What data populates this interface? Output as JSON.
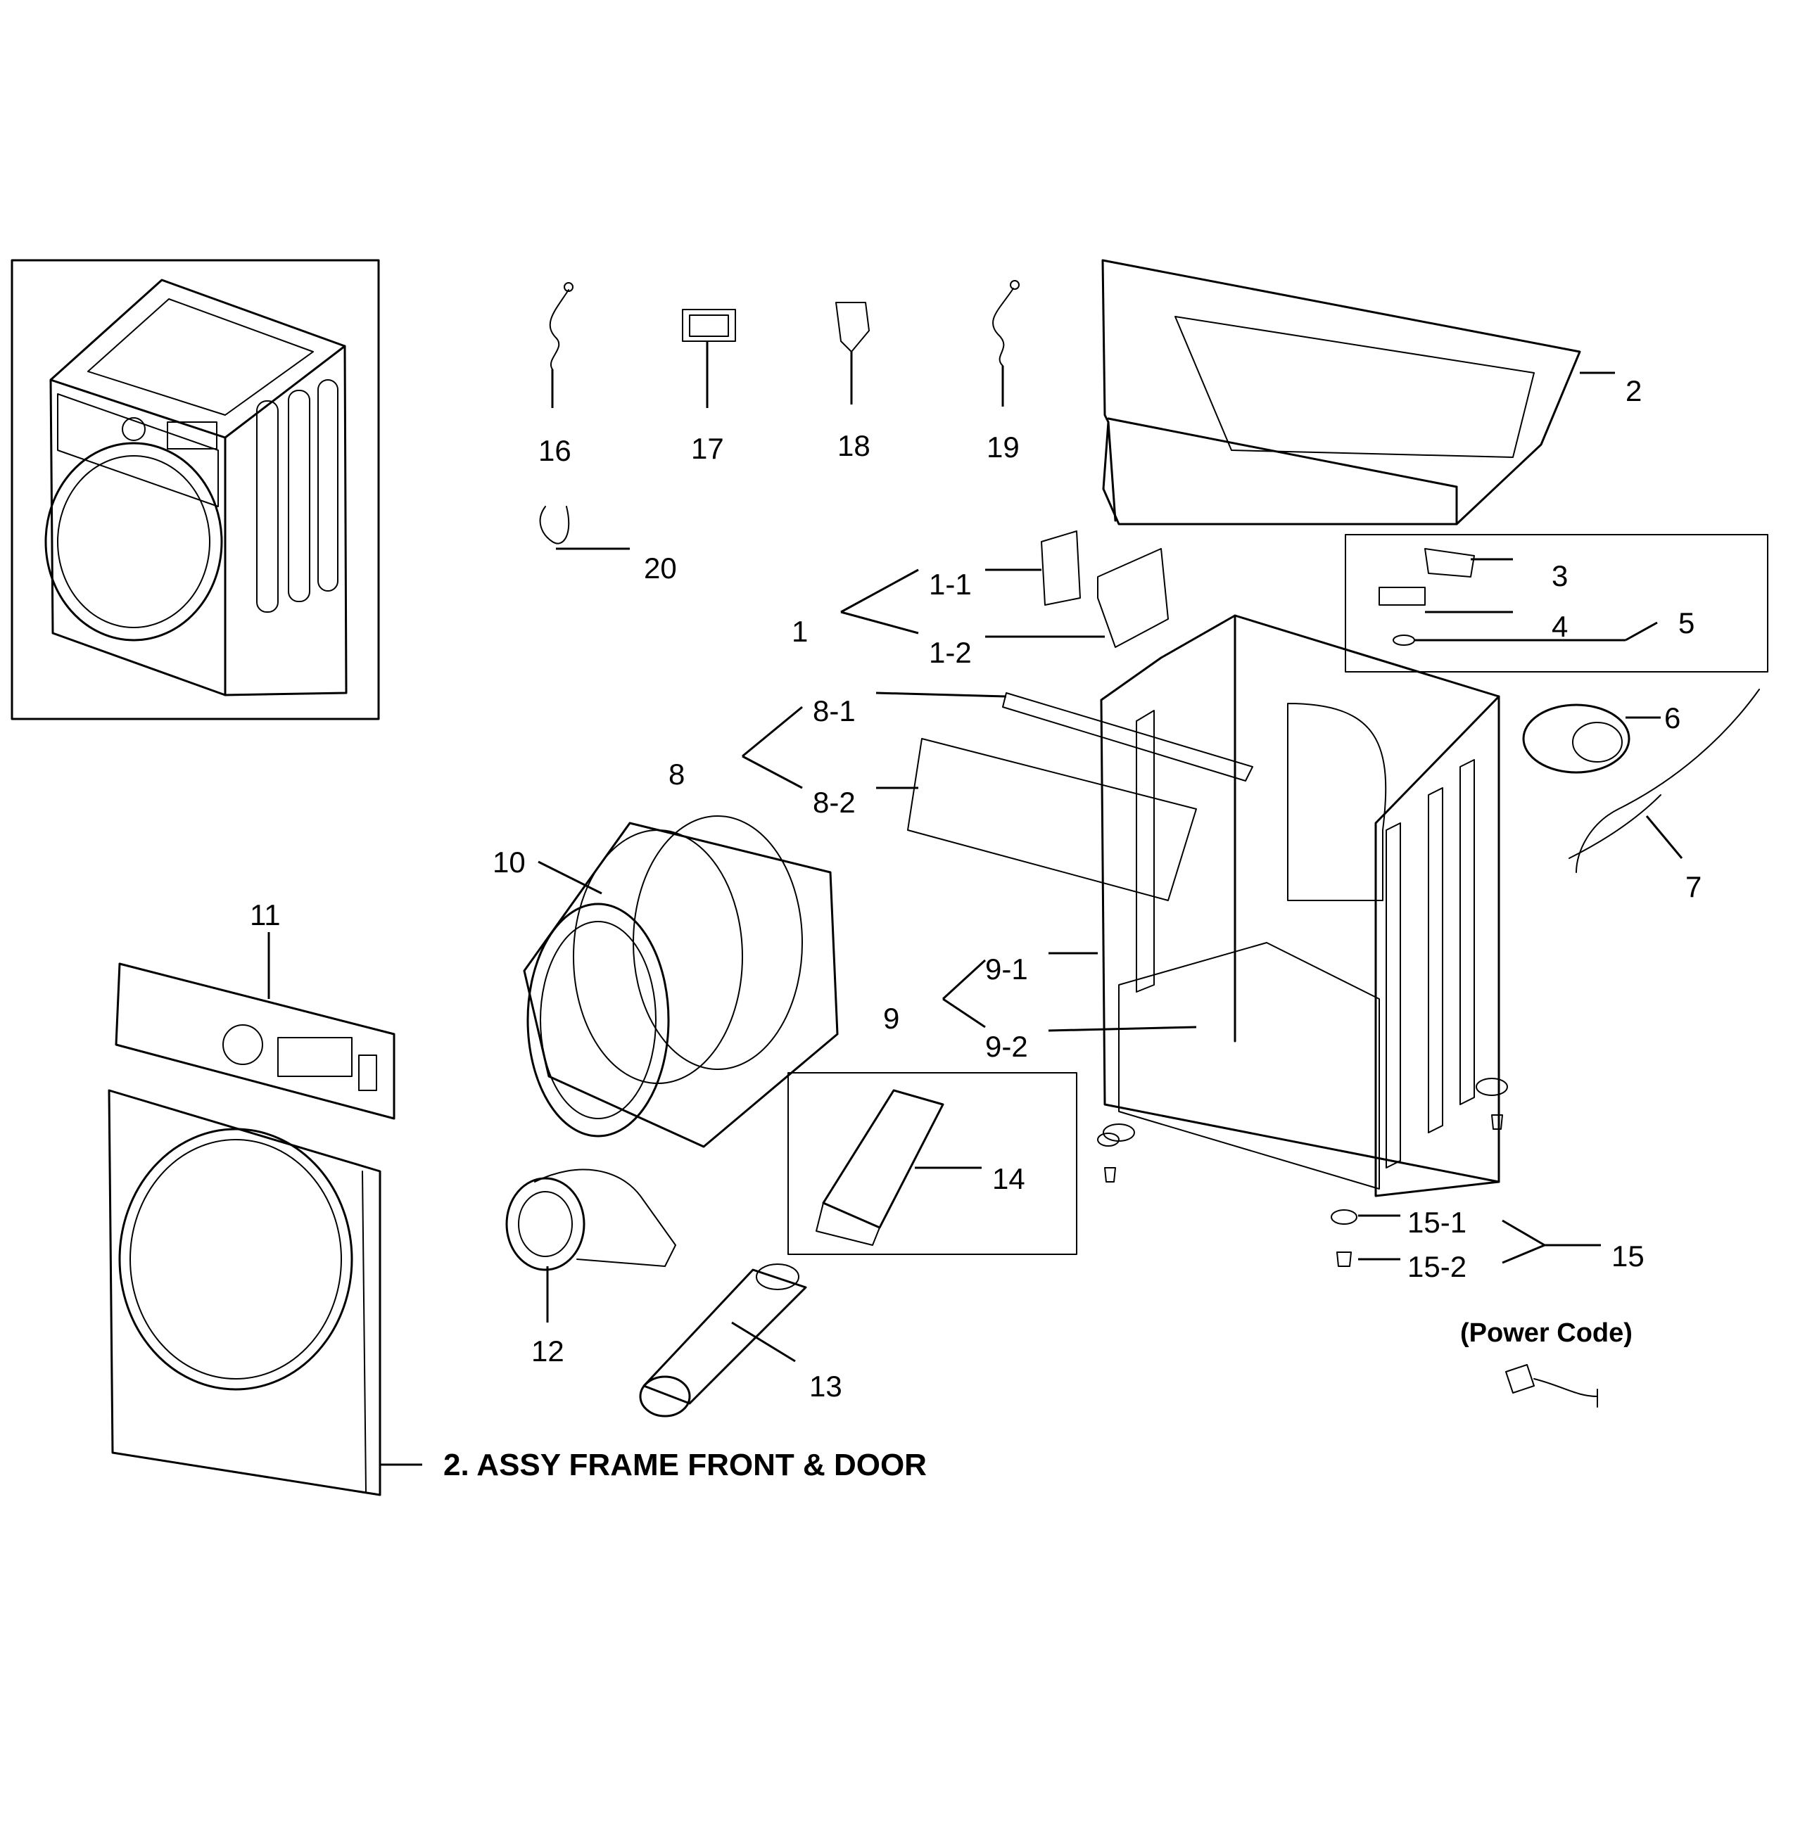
{
  "callouts": {
    "c1": "1",
    "c1_1": "1-1",
    "c1_2": "1-2",
    "c2": "2",
    "c3": "3",
    "c4": "4",
    "c5": "5",
    "c6": "6",
    "c7": "7",
    "c8": "8",
    "c8_1": "8-1",
    "c8_2": "8-2",
    "c9": "9",
    "c9_1": "9-1",
    "c9_2": "9-2",
    "c10": "10",
    "c11": "11",
    "c12": "12",
    "c13": "13",
    "c14": "14",
    "c15": "15",
    "c15_1": "15-1",
    "c15_2": "15-2",
    "c16": "16",
    "c17": "17",
    "c18": "18",
    "c19": "19",
    "c20": "20"
  },
  "captions": {
    "frame_front_door": "2. ASSY FRAME FRONT & DOOR",
    "power_cord": "(Power Code)"
  }
}
